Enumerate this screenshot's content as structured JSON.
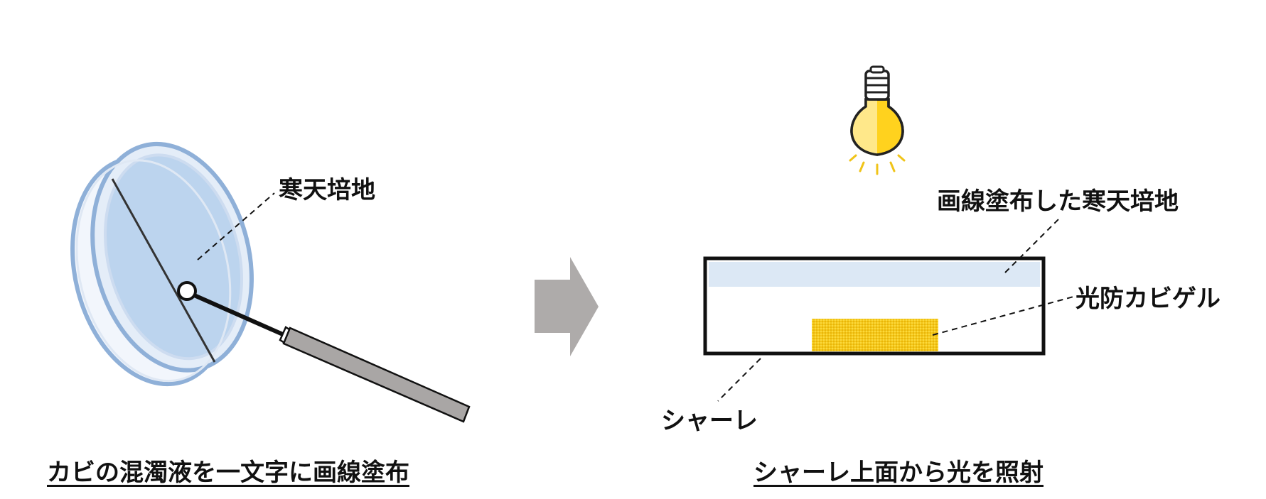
{
  "labels": {
    "agar": "寒天培地",
    "streaked_agar": "画線塗布した寒天培地",
    "gel": "光防カビゲル",
    "petri_dish": "シャーレ"
  },
  "captions": {
    "left": "カビの混濁液を一文字に画線塗布",
    "right": "シャーレ上面から光を照射"
  },
  "colors": {
    "dish_rim": "#8fb0d8",
    "agar_fill": "#bcd4ee",
    "agar_band": "#dce8f5",
    "gel_fill": "#f2c414",
    "bulb_yellow": "#ffd21e",
    "bulb_light": "#ffe88a",
    "arrow": "#aeabaa",
    "handle": "#a9a6a5"
  },
  "icons": [
    "petri-dish-icon",
    "inoculation-loop-icon",
    "arrow-right-icon",
    "light-bulb-icon"
  ]
}
